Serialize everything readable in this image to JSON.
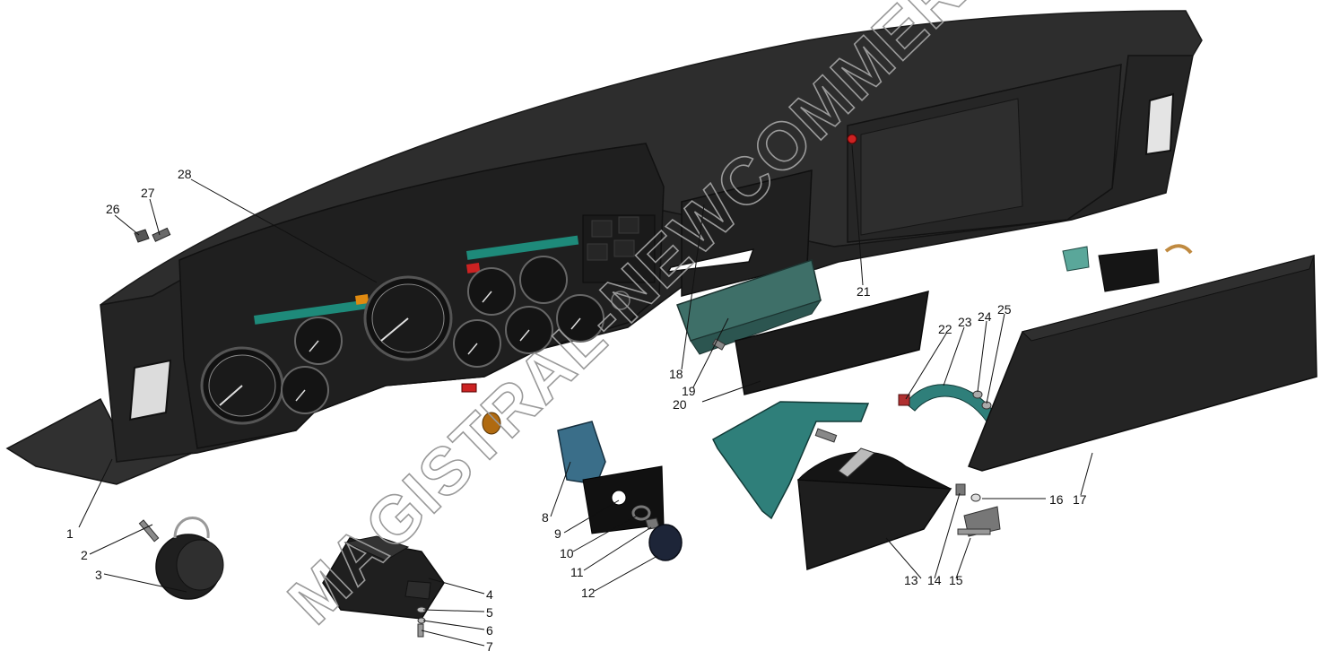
{
  "watermark": "MAGISTRAL-NEWCOMMERCIALS.ONLINE",
  "colors": {
    "panel": "#2b2b2b",
    "panel_dark": "#1c1c1c",
    "panel_light": "#3d3d3d",
    "teal_part": "#2f7f7a",
    "label": "#111111",
    "warning_red": "#cc2222",
    "indicator_teal": "#1e8a7a",
    "indicator_orange": "#e08a10"
  },
  "callouts": [
    {
      "id": "1",
      "text": "1"
    },
    {
      "id": "2",
      "text": "2"
    },
    {
      "id": "3",
      "text": "3"
    },
    {
      "id": "4",
      "text": "4"
    },
    {
      "id": "5",
      "text": "5"
    },
    {
      "id": "6",
      "text": "6"
    },
    {
      "id": "7",
      "text": "7"
    },
    {
      "id": "8",
      "text": "8"
    },
    {
      "id": "9",
      "text": "9"
    },
    {
      "id": "10",
      "text": "10"
    },
    {
      "id": "11",
      "text": "11"
    },
    {
      "id": "12",
      "text": "12"
    },
    {
      "id": "13",
      "text": "13"
    },
    {
      "id": "14",
      "text": "14"
    },
    {
      "id": "15",
      "text": "15"
    },
    {
      "id": "16",
      "text": "16"
    },
    {
      "id": "17",
      "text": "17"
    },
    {
      "id": "18",
      "text": "18"
    },
    {
      "id": "19",
      "text": "19"
    },
    {
      "id": "20",
      "text": "20"
    },
    {
      "id": "21",
      "text": "21"
    },
    {
      "id": "22",
      "text": "22"
    },
    {
      "id": "23",
      "text": "23"
    },
    {
      "id": "24",
      "text": "24"
    },
    {
      "id": "25",
      "text": "25"
    },
    {
      "id": "26",
      "text": "26"
    },
    {
      "id": "27",
      "text": "27"
    },
    {
      "id": "28",
      "text": "28"
    }
  ]
}
